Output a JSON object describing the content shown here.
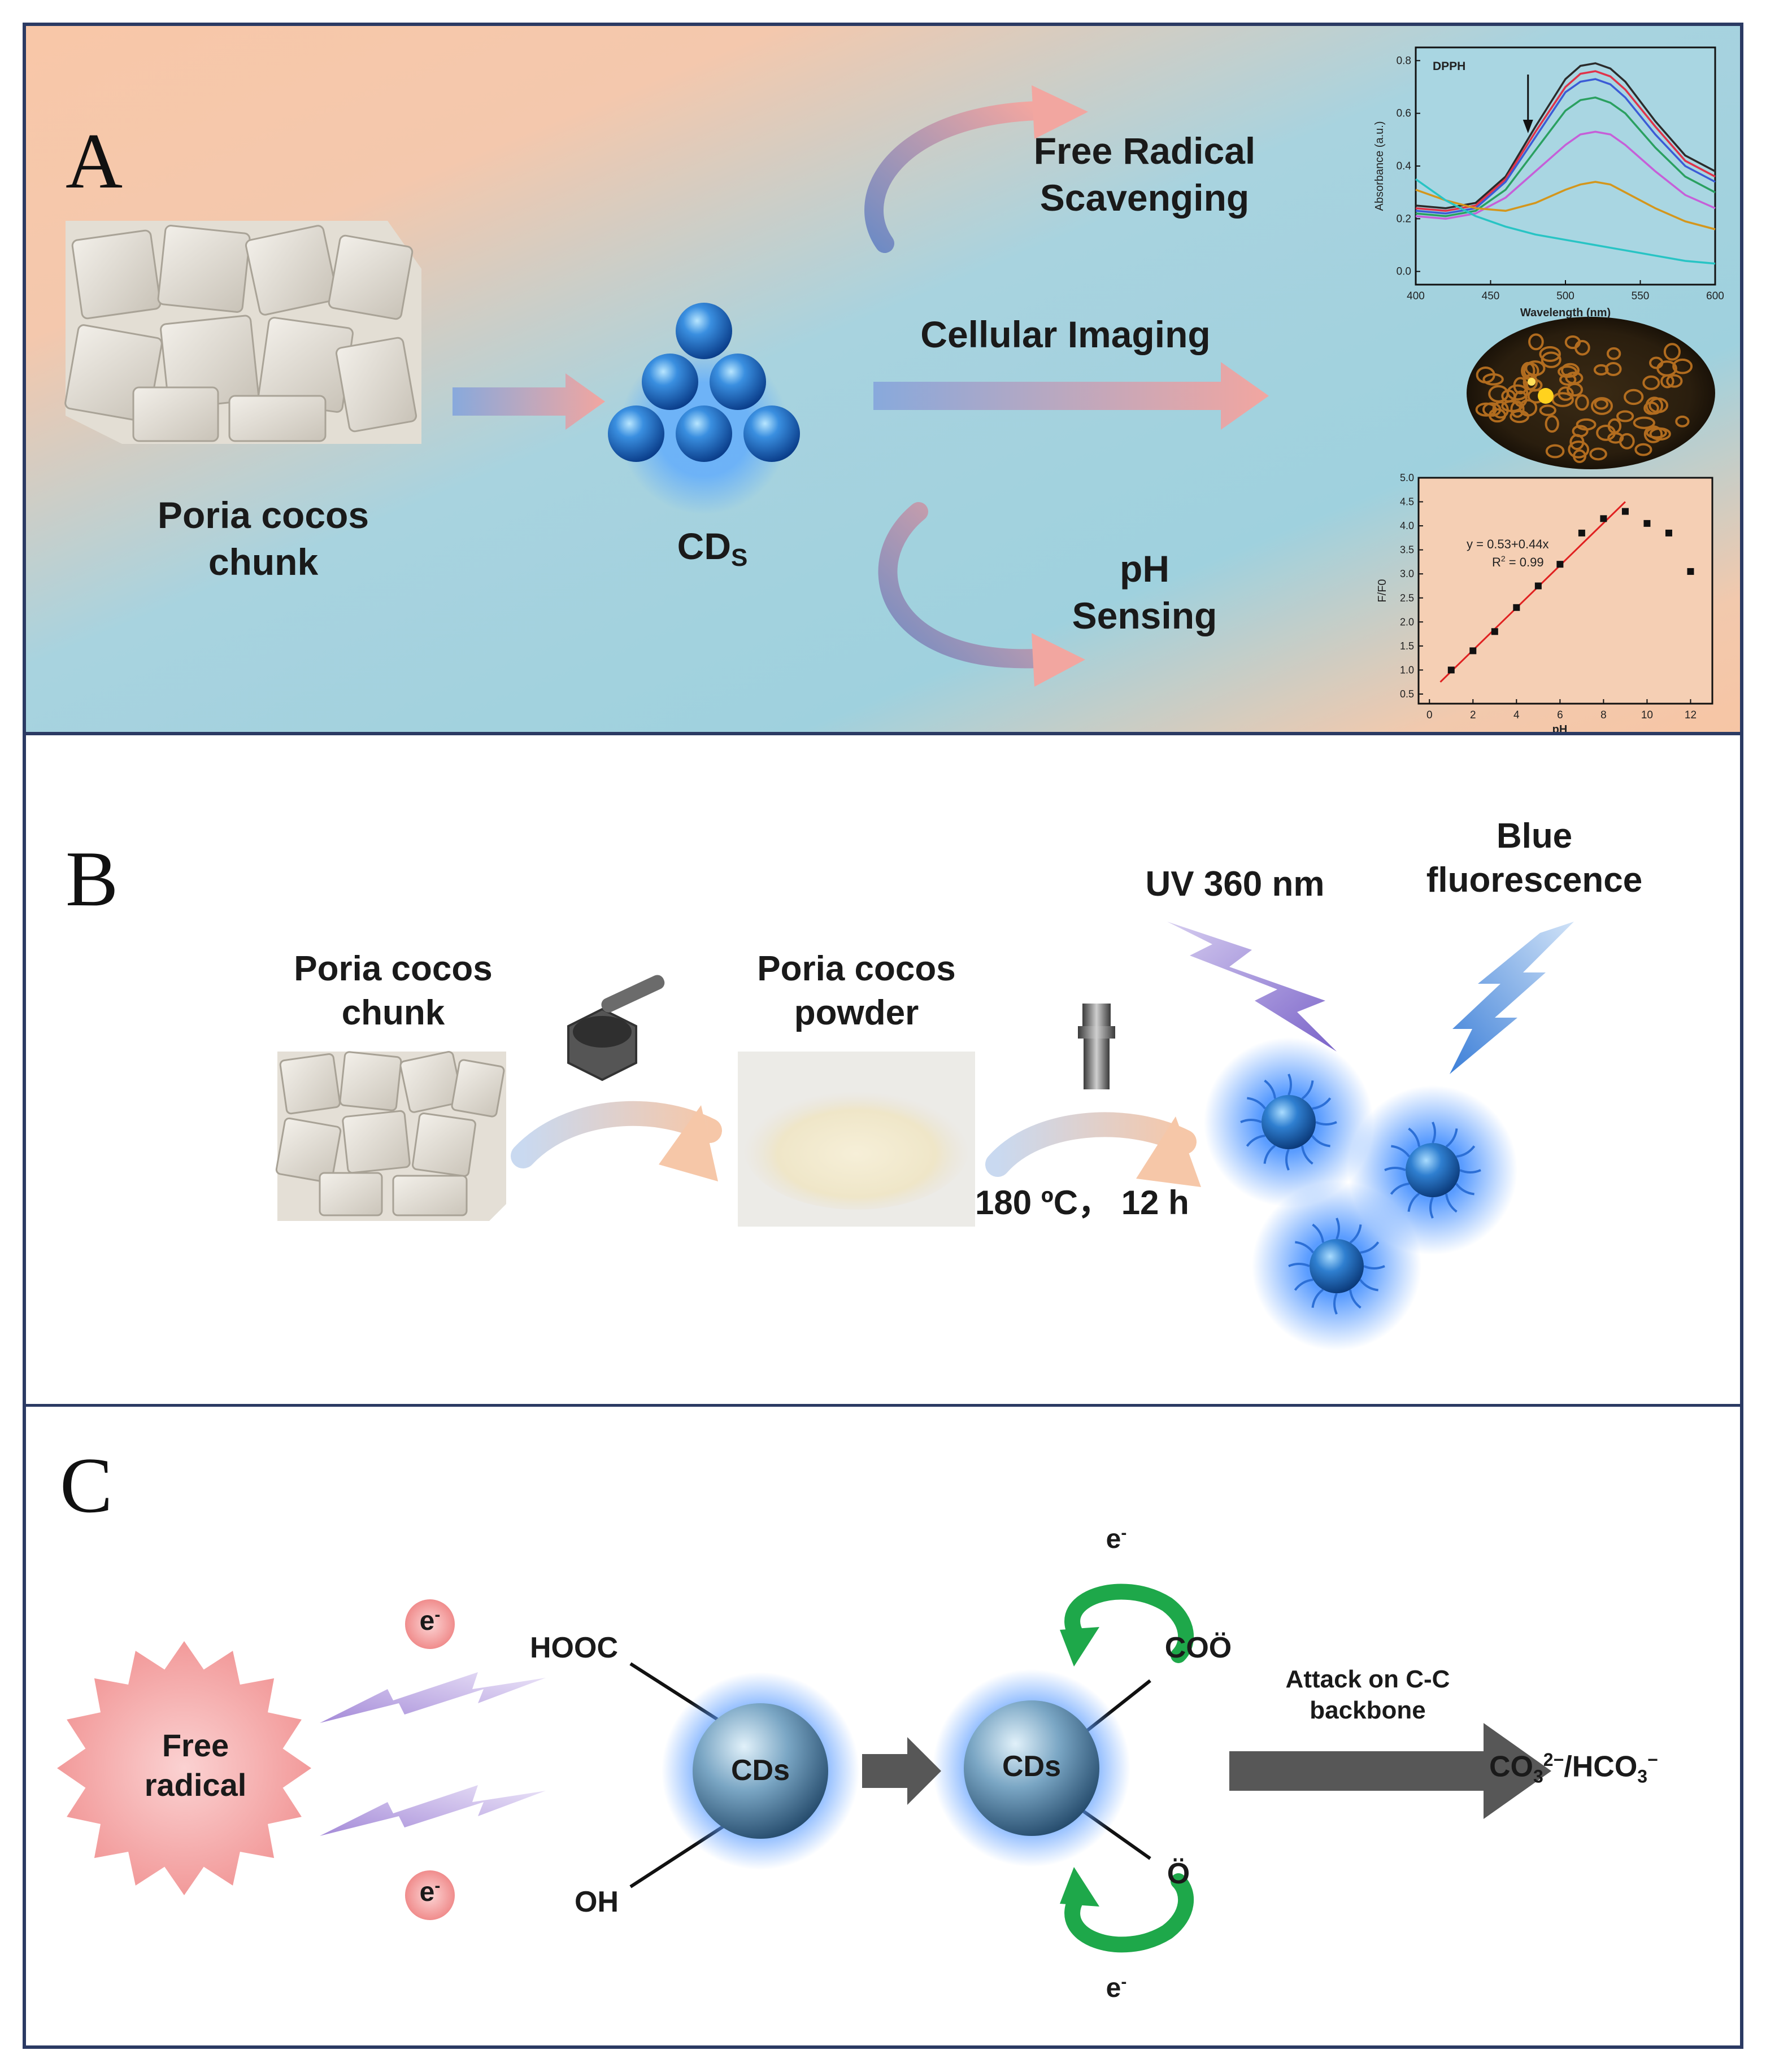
{
  "panel_a": {
    "letter": "A",
    "chunk_label_1": "Poria cocos",
    "chunk_label_2": "chunk",
    "cds_main": "CD",
    "cds_sub": "S",
    "free_radical_1": "Free Radical",
    "free_radical_2": "Scavenging",
    "cellular_imaging": "Cellular Imaging",
    "ph_1": "pH",
    "ph_2": "Sensing"
  },
  "panel_b": {
    "letter": "B",
    "chunk_label_1": "Poria cocos",
    "chunk_label_2": "chunk",
    "powder_label_1": "Poria cocos",
    "powder_label_2": "powder",
    "condition": "180 ºC，  12 h",
    "uv": "UV 360 nm",
    "blue_1": "Blue",
    "blue_2": "fluorescence"
  },
  "panel_c": {
    "letter": "C",
    "free_radical_1": "Free",
    "free_radical_2": "radical",
    "electron": "e",
    "electron_sup": "-",
    "hooc": "HOOC",
    "oh": "OH",
    "cds": "CDs",
    "coo": "COÖ",
    "o": "Ö",
    "attack_1": "Attack on C-C",
    "attack_2": "backbone",
    "product_co3": "CO",
    "product_co3_sub": "3",
    "product_co3_sup": "2−",
    "product_sep": "/HCO",
    "product_hco3_sub": "3",
    "product_hco3_sup": "−"
  },
  "chart_data": [
    {
      "type": "line",
      "title": "DPPH",
      "xlabel": "Wavelength (nm)",
      "ylabel": "Absorbance (a.u.)",
      "xlim": [
        400,
        600
      ],
      "ylim": [
        -0.05,
        0.85
      ],
      "xticks": [
        400,
        450,
        500,
        550,
        600
      ],
      "yticks": [
        0.0,
        0.2,
        0.4,
        0.6,
        0.8
      ],
      "grid": false,
      "x": [
        400,
        420,
        440,
        460,
        480,
        500,
        510,
        520,
        530,
        540,
        560,
        580,
        600
      ],
      "series": [
        {
          "color": "#2b2b2b",
          "values": [
            0.25,
            0.24,
            0.26,
            0.36,
            0.55,
            0.73,
            0.78,
            0.79,
            0.77,
            0.72,
            0.57,
            0.44,
            0.38
          ]
        },
        {
          "color": "#e0334a",
          "values": [
            0.24,
            0.23,
            0.25,
            0.35,
            0.53,
            0.7,
            0.75,
            0.76,
            0.74,
            0.69,
            0.55,
            0.42,
            0.36
          ]
        },
        {
          "color": "#3b5bd6",
          "values": [
            0.23,
            0.22,
            0.24,
            0.34,
            0.51,
            0.68,
            0.72,
            0.73,
            0.71,
            0.66,
            0.52,
            0.4,
            0.34
          ]
        },
        {
          "color": "#2aa060",
          "values": [
            0.22,
            0.21,
            0.23,
            0.31,
            0.46,
            0.61,
            0.65,
            0.66,
            0.64,
            0.6,
            0.47,
            0.36,
            0.3
          ]
        },
        {
          "color": "#c65fd8",
          "values": [
            0.21,
            0.2,
            0.22,
            0.28,
            0.38,
            0.48,
            0.52,
            0.53,
            0.52,
            0.48,
            0.38,
            0.29,
            0.24
          ]
        },
        {
          "color": "#d4961c",
          "values": [
            0.31,
            0.27,
            0.24,
            0.23,
            0.26,
            0.31,
            0.33,
            0.34,
            0.33,
            0.3,
            0.24,
            0.19,
            0.16
          ]
        },
        {
          "color": "#28c4c4",
          "values": [
            0.35,
            0.27,
            0.21,
            0.17,
            0.14,
            0.12,
            0.11,
            0.1,
            0.09,
            0.08,
            0.06,
            0.04,
            0.03
          ]
        }
      ],
      "arrow_at": 475
    },
    {
      "type": "scatter",
      "xlabel": "pH",
      "ylabel": "F/F0",
      "xlim": [
        -0.5,
        13
      ],
      "ylim": [
        0.3,
        5.0
      ],
      "xticks": [
        0,
        2,
        4,
        6,
        8,
        10,
        12
      ],
      "yticks": [
        0.5,
        1.0,
        1.5,
        2.0,
        2.5,
        3.0,
        3.5,
        4.0,
        4.5,
        5.0
      ],
      "grid": false,
      "x": [
        1,
        2,
        3,
        4,
        5,
        6,
        7,
        8,
        9,
        10,
        11,
        12
      ],
      "values": [
        1.0,
        1.4,
        1.8,
        2.3,
        2.75,
        3.2,
        3.85,
        4.15,
        4.3,
        4.05,
        3.85,
        3.05
      ],
      "fit": {
        "x": [
          0.5,
          9.0
        ],
        "y": [
          0.75,
          4.5
        ],
        "color": "#e02020"
      },
      "equation": "y = 0.53+0.44x",
      "r2_label": "R",
      "r2_sup": "2",
      "r2_value": " = 0.99"
    }
  ]
}
